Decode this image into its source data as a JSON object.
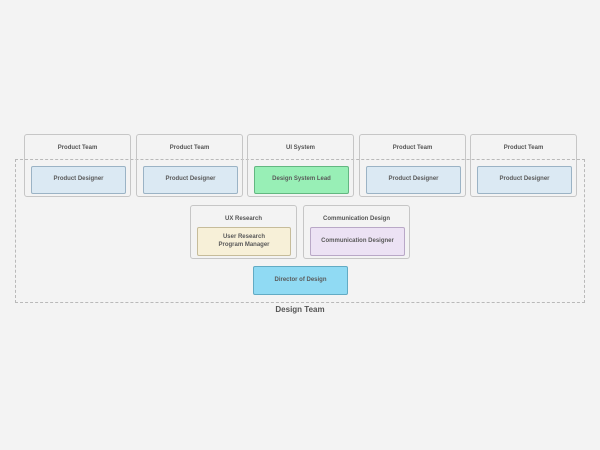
{
  "diagram": {
    "frame": {
      "label": "Design Team"
    },
    "groups": [
      {
        "title": "Product Team",
        "roles": [
          "Product Designer"
        ]
      },
      {
        "title": "Product Team",
        "roles": [
          "Product Designer"
        ]
      },
      {
        "title": "UI System",
        "roles": [
          "Design System Lead"
        ]
      },
      {
        "title": "Product Team",
        "roles": [
          "Product Designer"
        ]
      },
      {
        "title": "Product Team",
        "roles": [
          "Product Designer"
        ]
      },
      {
        "title": "UX Research",
        "roles": [
          "User Research\nProgram Manager"
        ]
      },
      {
        "title": "Communication Design",
        "roles": [
          "Communication Designer"
        ]
      }
    ],
    "leader": {
      "label": "Director of Design"
    },
    "colors": {
      "product_role": "#dbe9f3",
      "system_role": "#98efb6",
      "research_role": "#f7f0d8",
      "communication_role": "#ece2f4",
      "director_role": "#90daf3"
    }
  }
}
